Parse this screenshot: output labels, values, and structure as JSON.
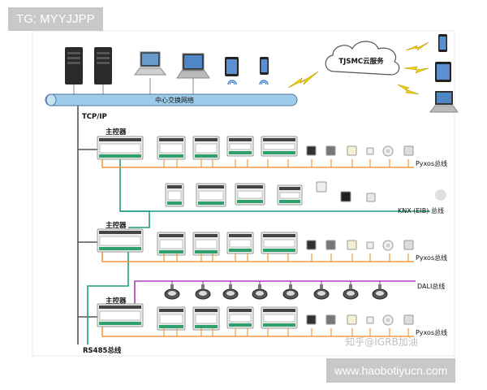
{
  "watermark_top": "TG: MYYJJPP",
  "watermark_bottom": "www.haobotiyucn.com",
  "watermark_zhihu": "知乎@IGRB加油",
  "backbone_label": "中心交换网络",
  "tcpip_label": "TCP/IP",
  "cloud_label": "TJSMC云服务",
  "rs485_label": "RS485总线",
  "controller_label": "主控器",
  "bus_labels": {
    "pyxos1": "Pyxos总线",
    "knx": "KNX (EIB) 总线",
    "pyxos2": "Pyxos总线",
    "dali": "DALI总线",
    "pyxos3": "Pyxos总线"
  },
  "colors": {
    "backbone": "#9ecbea",
    "rs485": "#1e9c82",
    "pyxos": "#ee9a3e",
    "dali": "#b03cc0",
    "lightning": "#f1d400"
  },
  "icons": [
    "server-icon",
    "laptop-icon",
    "tablet-icon",
    "phone-icon",
    "cloud-icon",
    "lightning-icon",
    "wifi-icon",
    "din-module-icon",
    "wall-panel-icon",
    "sensor-icon",
    "downlight-icon"
  ]
}
